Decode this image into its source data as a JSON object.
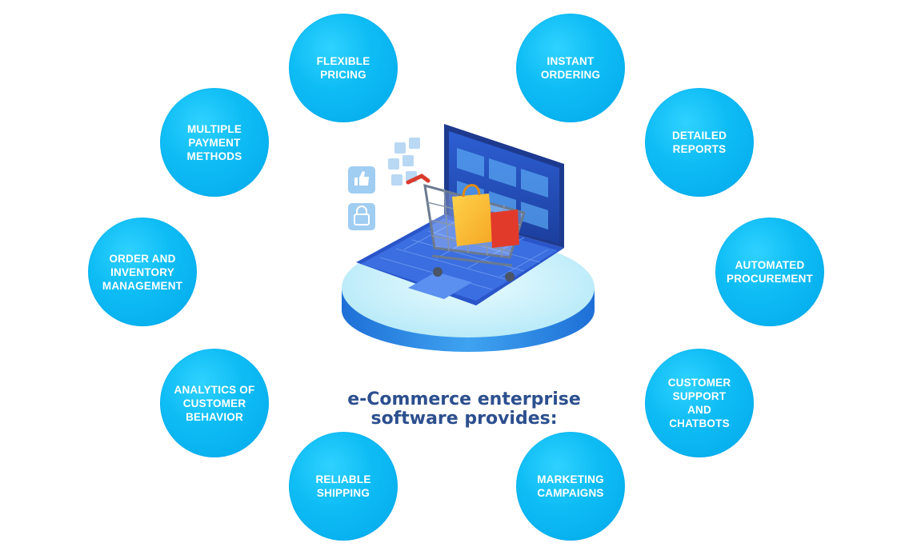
{
  "bubbles": [
    {
      "id": "flexible-pricing",
      "label": "FLEXIBLE\nPRICING"
    },
    {
      "id": "instant-ordering",
      "label": "INSTANT\nORDERING"
    },
    {
      "id": "multiple-payment-methods",
      "label": "MULTIPLE\nPAYMENT\nMETHODS"
    },
    {
      "id": "detailed-reports",
      "label": "DETAILED\nREPORTS"
    },
    {
      "id": "order-inventory-management",
      "label": "ORDER AND\nINVENTORY\nMANAGEMENT"
    },
    {
      "id": "automated-procurement",
      "label": "AUTOMATED\nPROCUREMENT"
    },
    {
      "id": "analytics-customer-behavior",
      "label": "ANALYTICS OF\nCUSTOMER\nBEHAVIOR"
    },
    {
      "id": "customer-support-chatbots",
      "label": "CUSTOMER\nSUPPORT\nAND\nCHATBOTS"
    },
    {
      "id": "reliable-shipping",
      "label": "RELIABLE\nSHIPPING"
    },
    {
      "id": "marketing-campaigns",
      "label": "MARKETING\nCAMPAIGNS"
    }
  ],
  "caption": "e-Commerce enterprise\nsoftware provides:",
  "colors": {
    "bubble": "#0fbdf5",
    "caption": "#2c4f8e",
    "platform": "#c9f1fb",
    "laptop": "#2a55c9"
  },
  "illustration_icons": [
    "shopping-cart-icon",
    "laptop-icon",
    "thumbs-up-icon",
    "lock-icon",
    "shopping-bag-icon"
  ]
}
